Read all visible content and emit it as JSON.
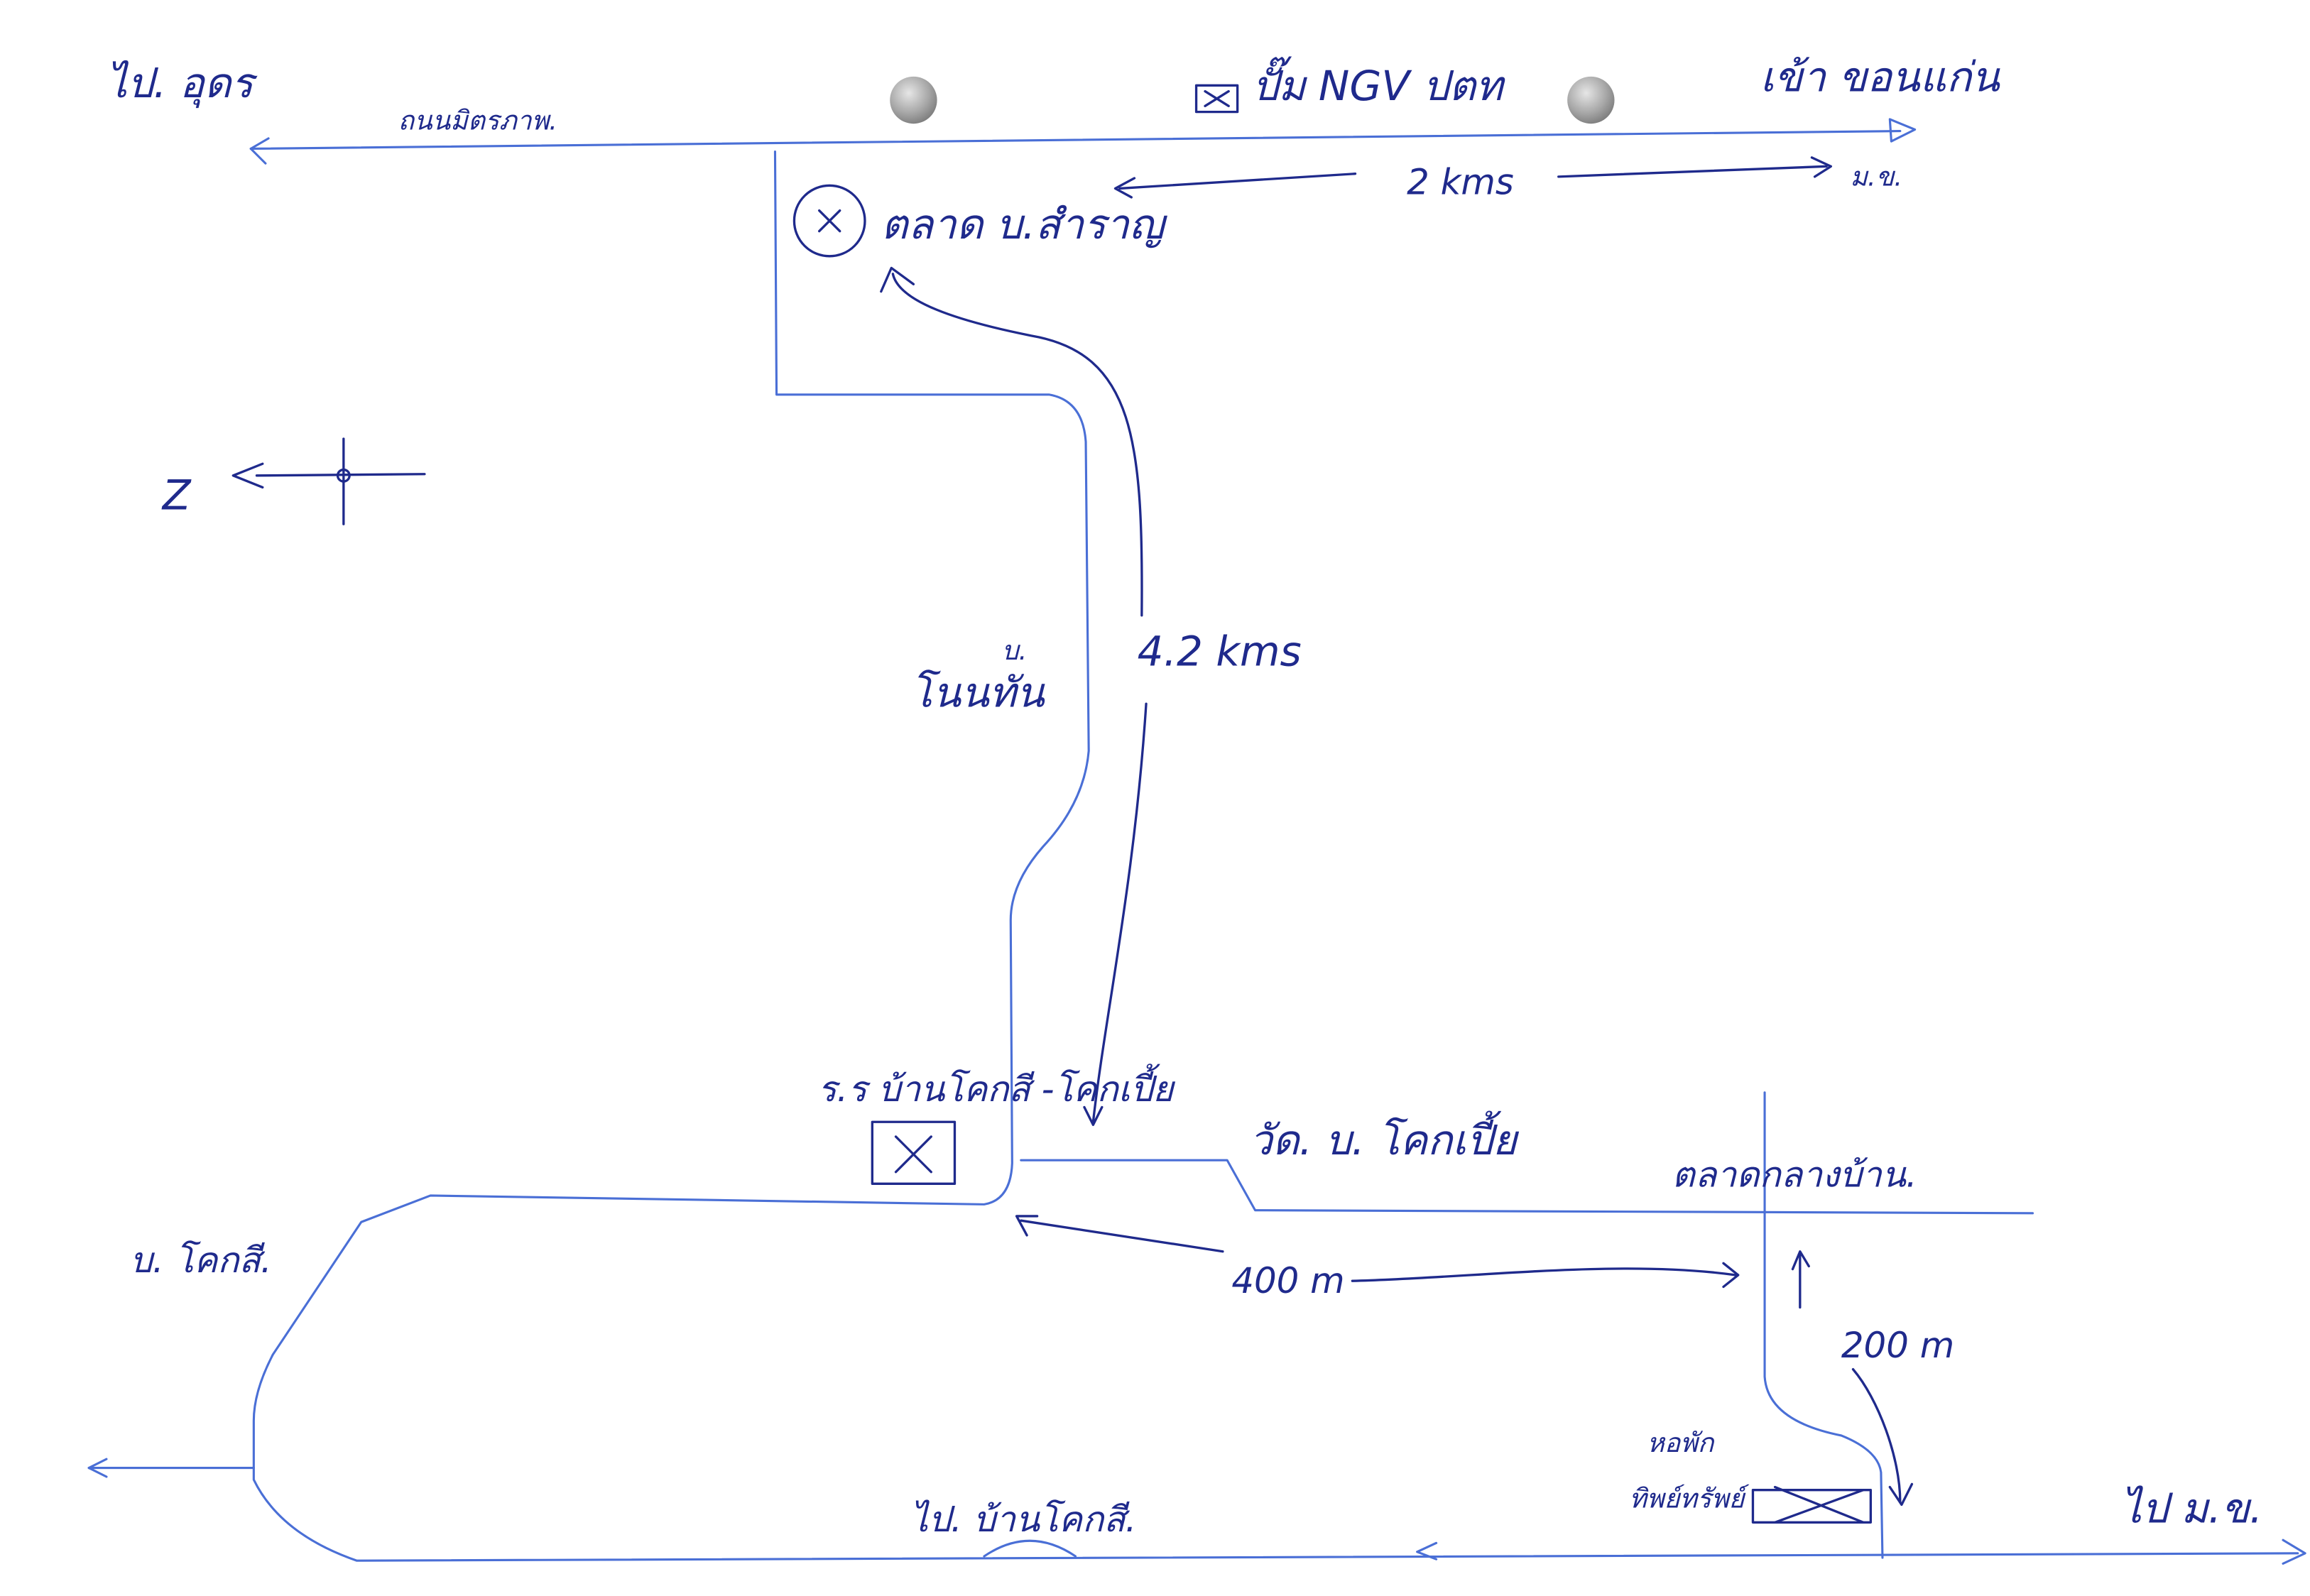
{
  "colors": {
    "paper": "#ffffff",
    "road_line": "#4a6fd6",
    "ink": "#1f2a8c",
    "punch_hole": "#9c9c9c"
  },
  "labels": {
    "to_udon": "ไป. อุดร",
    "mittraphap_road": "ถนนมิตรภาพ.",
    "ngv_station": "ปั๊ม NGV ปตท",
    "to_khon_kaen": "เข้า ขอนแก่น",
    "distance_top": "2 kms",
    "kku_top": "ม.ข.",
    "samran_market": "ตลาด บ.สำราญ",
    "compass_north": "Z",
    "non_than_prefix": "บ.",
    "non_than": "โนนทัน",
    "distance_middle": "4.2 kms",
    "school": "ร.ร บ้านโคกสี -โคกเปี้ย",
    "temple": "วัด. บ. โคกเปี้ย",
    "central_market": "ตลาดกลางบ้าน.",
    "khok_si_village": "บ. โคกสี.",
    "distance_400": "400 m",
    "distance_200": "200 m",
    "dorm_line1": "หอพัก",
    "dorm_line2": "ทิพย์ทรัพย์",
    "to_ban_khok_si": "ไป. บ้านโคกสี.",
    "to_kku": "ไป ม.ข."
  },
  "markers": {
    "ngv_station": "boxed-x-marker-icon",
    "samran_market": "circled-x-marker-icon",
    "school": "boxed-x-marker-icon",
    "dormitory": "crossed-box-marker-icon",
    "compass": "compass-rose-icon"
  }
}
